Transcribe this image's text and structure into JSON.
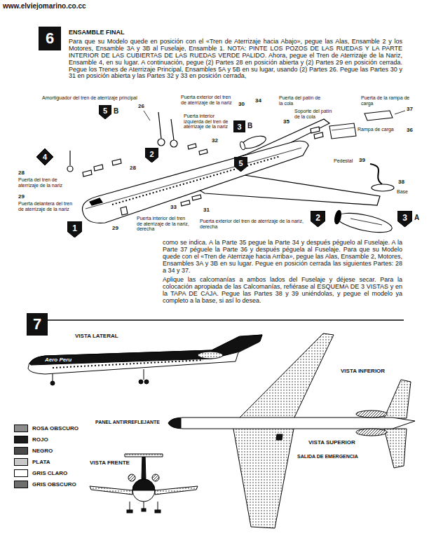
{
  "diagram": {
    "title": "ENSAMBLE FINAL",
    "nodes": [
      {
        "text": [
          "6"
        ]
      },
      {
        "text": [
          "5"
        ]
      },
      {
        "text": [
          "3"
        ]
      },
      {
        "text": [
          "4"
        ]
      },
      {
        "text": [
          "2"
        ]
      },
      {
        "text": [
          "5"
        ]
      },
      {
        "text": [
          "1"
        ]
      },
      {
        "text": [
          "2"
        ]
      },
      {
        "text": [
          "3"
        ]
      },
      {
        "text": [
          "7"
        ]
      }
    ],
    "labels": [
      "www.elviejomarino.co.cc",
      "Para que su Modelo quede en posición con el «Tren de Aterrizaje hacia Abajo», pegue las Alas, Ensamble 2 y los Motores, Ensamble 3A y 3B al Fuselaje, Ensamble 1. NOTA: PINTE LOS POZOS DE LAS RUEDAS Y LA PARTE INTERIOR DE LAS CUBIERTAS DE LAS RUEDAS VERDE PALIDO. Ahora, pegue el Tren de Aterrizaje de la Nariz, Ensamble 4, en su lugar. A continuación, pegue (2) Partes 28 en posición abierta y (2) Partes 29 en posición cerrada. Pegue los Trenes de Aterrizaje Principal, Ensambles 5A y 5B en su lugar, usando (2) Partes 26. Pegue las Partes 30 y 31 en posición abierta y las Partes 32 y 33 en posición cerrada,",
      "Amortiguador del tren de aterrizaje principal",
      "26",
      "Puerta exterior del tren de aterrizaje de la nariz",
      "30",
      "34",
      "Puerta del patín de la cola",
      "Puerta de la rampa de carga",
      "37",
      "Soporte del patín de la cola",
      "B",
      "Puerta interior izquierda del tren de aterrizaje de la nariz",
      "35",
      "B",
      "Rampa de carga",
      "36",
      "32",
      "Pedestal",
      "39",
      "28",
      "28",
      "Puerta del tren de aterrizaje de la nariz",
      "38",
      "Base",
      "29",
      "Puerta delantera del tren de aterrizaje de la nariz",
      "33",
      "31",
      "A",
      "Puerta interior del tren de aterrizaje de la nariz, derecha",
      "Puerta exterior del tren de aterrizaje de la nariz, derecha",
      "29",
      "como se indica. A la Parte 35 pegue la Parte 34 y después péguelo al Fuselaje. A la Parte 37 péguele la Parte 36 y después péguela al Fuselaje. Para que su Modelo quede con el «Tren de Aterrizaje hacia Arriba», pegue las Alas, Ensamble 2, Motores, Ensambles 3A y 3B en su lugar. Pegue en posición cerrada las siguientes Partes: 28 a 34 y 37.",
      "Aplique las calcomanías a ambos lados del Fuselaje y déjese secar. Para la colocación apropiada de las Calcomanías, refiérase al ESQUEMA DE 3 VISTAS y en la TAPA DE CAJA. Pegue las Partes 38 y 39 uniéndolas, y pegue el modelo ya completo a la base, si así lo desea.",
      "VISTA LATERAL",
      "Aero Peru",
      "VISTA INFERIOR",
      "PANEL ANTIRREFLEJANTE",
      "VISTA SUPERIOR",
      "SALIDA DE EMERGENCIA",
      "VISTA FRENTE"
    ],
    "legend": [
      {
        "text": "ROSA OBSCURO",
        "color": "#8c8c8c"
      },
      {
        "text": "ROJO",
        "color": "#1c1c1c"
      },
      {
        "text": "NEGRO",
        "color": "#4a4a4a"
      },
      {
        "text": "PLATA",
        "color": "#c8c8c8"
      },
      {
        "text": "GRIS CLARO",
        "color": "#ffffff"
      },
      {
        "text": "GRIS OBSCURO",
        "color": "#6e6e6e"
      }
    ]
  }
}
